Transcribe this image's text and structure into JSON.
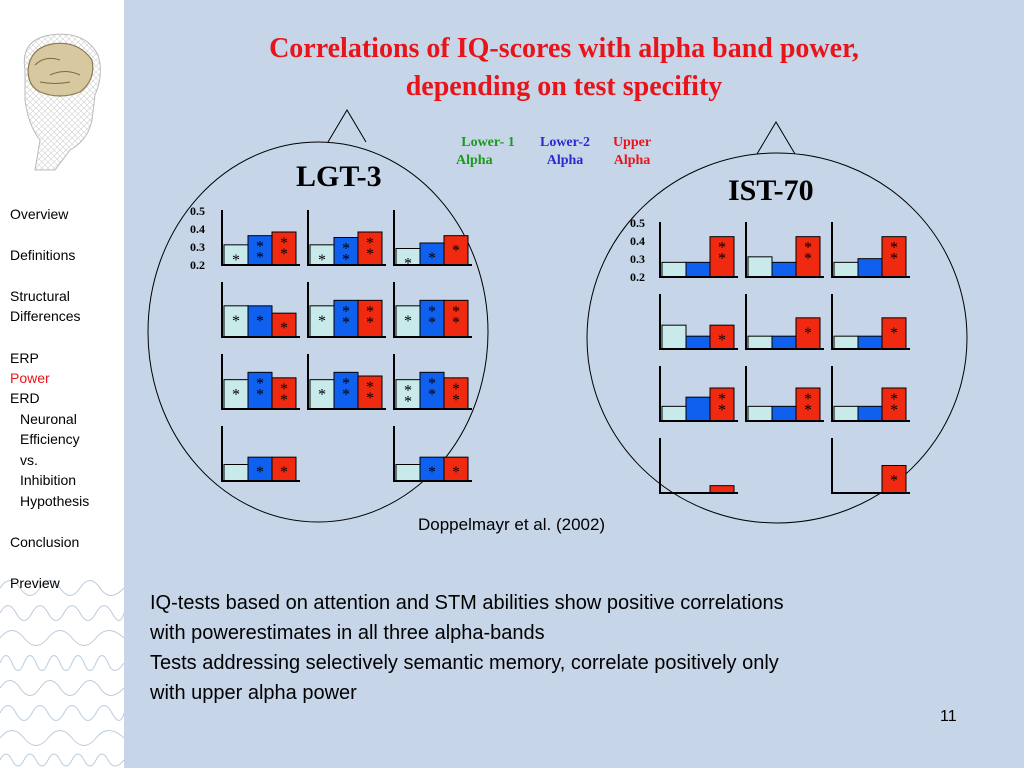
{
  "title": {
    "line1": "Correlations of IQ-scores with alpha band power,",
    "line2": "depending on test specifity"
  },
  "nav": [
    {
      "label": "Overview"
    },
    {
      "label": "Definitions"
    },
    {
      "label": "Structural"
    },
    {
      "label": "Differences"
    },
    {
      "label": "ERP"
    },
    {
      "label": "Power"
    },
    {
      "label": "ERD"
    },
    {
      "label": "Neuronal"
    },
    {
      "label": "Efficiency"
    },
    {
      "label": "vs."
    },
    {
      "label": "Inhibition"
    },
    {
      "label": "Hypothesis"
    },
    {
      "label": "Conclusion"
    },
    {
      "label": "Preview"
    }
  ],
  "legend": {
    "lower1": {
      "line1": "Lower- 1",
      "line2": "Alpha",
      "color": "#1a9a1a"
    },
    "lower2": {
      "line1": "Lower-2",
      "line2": "Alpha",
      "color": "#2a2ad0"
    },
    "upper": {
      "line1": "Upper",
      "line2": "Alpha",
      "color": "#e8141a"
    }
  },
  "heads": {
    "left_label": "LGT-3",
    "right_label": "IST-70"
  },
  "axis_ticks": [
    "0.5",
    "0.4",
    "0.3",
    "0.2"
  ],
  "colors": {
    "lower1": "#c8eaea",
    "lower2": "#1060f0",
    "upper": "#f02a10",
    "accent": "#e8141a",
    "background": "#c6d6e8"
  },
  "chart_data": [
    {
      "type": "bar",
      "title": "LGT-3",
      "series_keys": [
        "lower1",
        "lower2",
        "upper"
      ],
      "ylim": [
        0.2,
        0.5
      ],
      "panels": [
        {
          "values": [
            0.31,
            0.36,
            0.38
          ],
          "stars": [
            1,
            2,
            2
          ]
        },
        {
          "values": [
            0.31,
            0.35,
            0.38
          ],
          "stars": [
            1,
            2,
            2
          ]
        },
        {
          "values": [
            0.29,
            0.32,
            0.36
          ],
          "stars": [
            1,
            1,
            1
          ]
        },
        {
          "values": [
            0.37,
            0.37,
            0.33
          ],
          "stars": [
            1,
            1,
            1
          ]
        },
        {
          "values": [
            0.37,
            0.4,
            0.4
          ],
          "stars": [
            1,
            2,
            2
          ]
        },
        {
          "values": [
            0.37,
            0.4,
            0.4
          ],
          "stars": [
            1,
            2,
            2
          ]
        },
        {
          "values": [
            0.36,
            0.4,
            0.37
          ],
          "stars": [
            1,
            2,
            2
          ]
        },
        {
          "values": [
            0.36,
            0.4,
            0.38
          ],
          "stars": [
            1,
            2,
            2
          ]
        },
        {
          "values": [
            0.36,
            0.4,
            0.37
          ],
          "stars": [
            2,
            2,
            2
          ]
        },
        {
          "values": [
            0.29,
            0.33,
            0.33
          ],
          "stars": [
            0,
            1,
            1
          ]
        },
        null,
        {
          "values": [
            0.29,
            0.33,
            0.33
          ],
          "stars": [
            0,
            1,
            1
          ]
        }
      ]
    },
    {
      "type": "bar",
      "title": "IST-70",
      "series_keys": [
        "lower1",
        "lower2",
        "upper"
      ],
      "ylim": [
        0.2,
        0.5
      ],
      "panels": [
        {
          "values": [
            0.28,
            0.28,
            0.42
          ],
          "stars": [
            0,
            0,
            2
          ]
        },
        {
          "values": [
            0.31,
            0.28,
            0.42
          ],
          "stars": [
            0,
            0,
            2
          ]
        },
        {
          "values": [
            0.28,
            0.3,
            0.42
          ],
          "stars": [
            0,
            0,
            2
          ]
        },
        {
          "values": [
            0.33,
            0.27,
            0.33
          ],
          "stars": [
            0,
            0,
            1
          ]
        },
        {
          "values": [
            0.27,
            0.27,
            0.37
          ],
          "stars": [
            0,
            0,
            1
          ]
        },
        {
          "values": [
            0.27,
            0.27,
            0.37
          ],
          "stars": [
            0,
            0,
            1
          ]
        },
        {
          "values": [
            0.28,
            0.33,
            0.38
          ],
          "stars": [
            0,
            0,
            2
          ]
        },
        {
          "values": [
            0.28,
            0.28,
            0.38
          ],
          "stars": [
            0,
            0,
            2
          ]
        },
        {
          "values": [
            0.28,
            0.28,
            0.38
          ],
          "stars": [
            0,
            0,
            2
          ]
        },
        {
          "values": [
            0.2,
            0.2,
            0.24
          ],
          "stars": [
            0,
            0,
            0
          ]
        },
        null,
        {
          "values": [
            0.2,
            0.2,
            0.35
          ],
          "stars": [
            0,
            0,
            1
          ]
        }
      ]
    }
  ],
  "citation": "Doppelmayr et al. (2002)",
  "body": {
    "line1": "IQ-tests based on attention and STM abilities show positive correlations",
    "line2": "with powerestimates in all three alpha-bands",
    "line3": "Tests addressing selectively semantic memory, correlate positively only",
    "line4": "with upper alpha power"
  },
  "page_number": "11"
}
